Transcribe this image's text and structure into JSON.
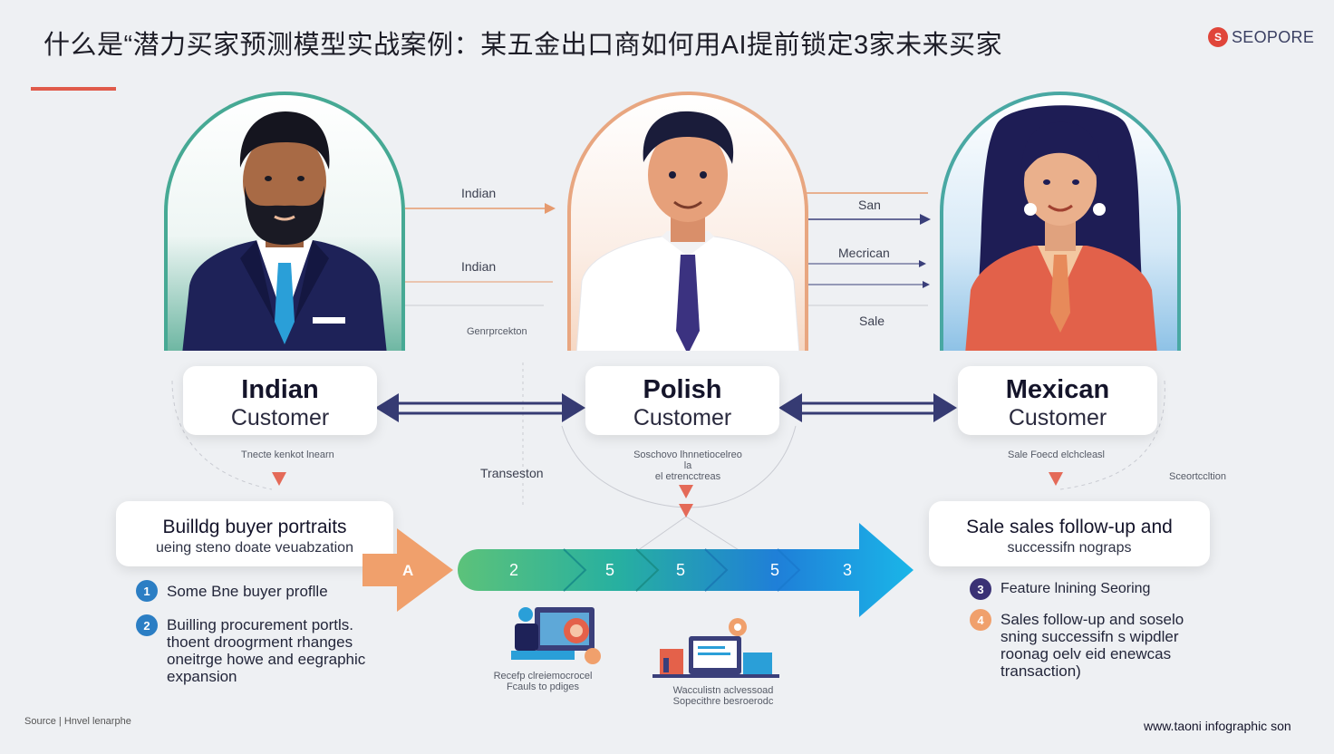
{
  "header": {
    "title": "什么是“潜力买家预测模型实战案例：某五金出口商如何用AI提前锁定3家未来买家",
    "logo_text": "SEOPORE",
    "logo_mark": "S"
  },
  "colors": {
    "accent_red": "#e05a4a",
    "navy": "#3a3f7a",
    "green": "#46a994",
    "peach": "#e8a680",
    "teal": "#49a8a3"
  },
  "customers": [
    {
      "name": "Indian",
      "role": "Customer",
      "caption": "Tnecte kenkot lnearn"
    },
    {
      "name": "Polish",
      "role": "Customer",
      "caption": "Soschovo lhnnetiocelreo la\nel etrencctreas"
    },
    {
      "name": "Mexican",
      "role": "Customer",
      "caption": "Sale Foecd elchcleasl"
    }
  ],
  "flow_labels": {
    "left_top": "Indian",
    "left_mid": "Indian",
    "left_low": "Genrprcekton",
    "right_1": "San",
    "right_2": "Mecrican",
    "right_3": "Sale",
    "transition": "Transeston",
    "far_right": "Sceortccltion"
  },
  "steps": {
    "left": {
      "title": "Builldg buyer portraits",
      "subtitle": "ueing steno doate veuabzation"
    },
    "right": {
      "title": "Sale sales follow-up and",
      "subtitle": "successifn nograps"
    }
  },
  "progress": {
    "start_label": "A",
    "segments": [
      "2",
      "5",
      "5",
      "5",
      "3"
    ]
  },
  "left_list": [
    {
      "num": "1",
      "text": "Some Bne buyer proflle"
    },
    {
      "num": "2",
      "text": "Builling procurement portls.\nthoent droogrment rhanges\noneitrge howe and eegraphic\nexpansion"
    }
  ],
  "right_list": [
    {
      "num": "3",
      "text": "Feature lnining Seoring"
    },
    {
      "num": "4",
      "text": "Sales follow-up and soselo\nsning successifn s wipdler\nroonag oelv eid enewcas\ntransaction)"
    }
  ],
  "icon_captions": {
    "left": "Recefp clreiemocrocel\nFcauls to pdiges",
    "right": "Wacculistn aclvessoad\nSopecithre besroerodc"
  },
  "footer": {
    "left": "Source | Hnvel lenarphe",
    "right": "www.taoni infographic son"
  }
}
